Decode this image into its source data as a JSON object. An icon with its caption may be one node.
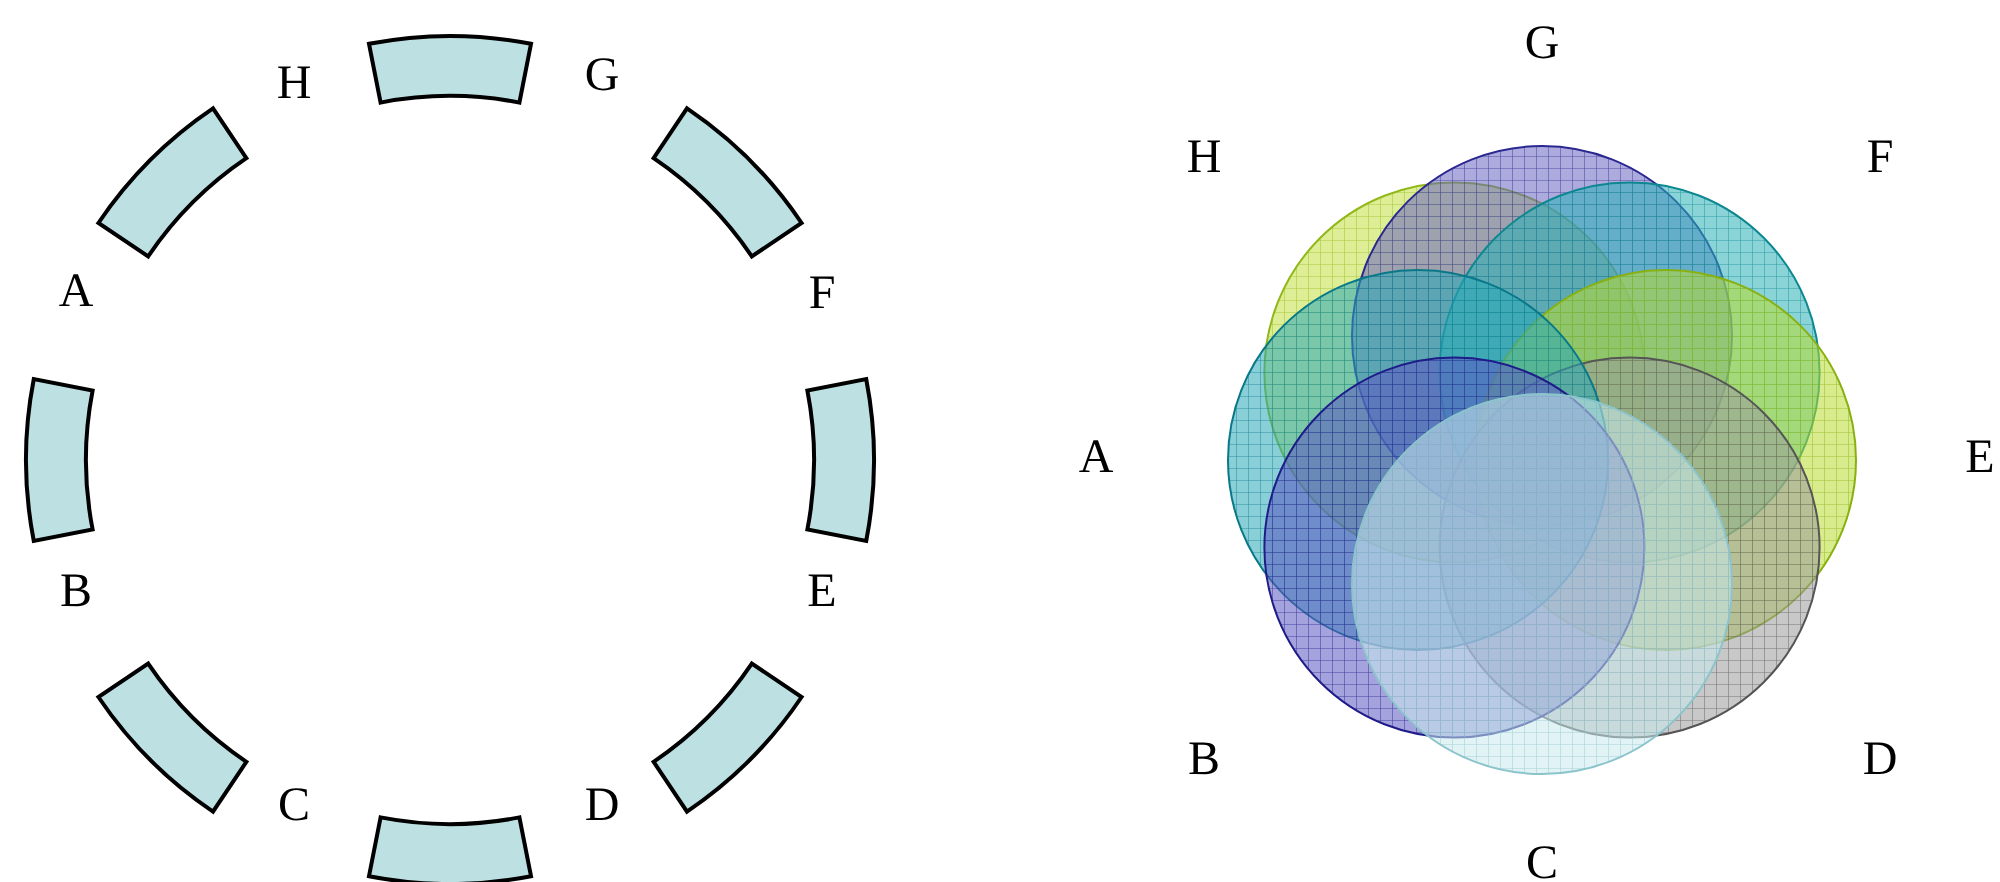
{
  "diagram": {
    "labels": [
      "H",
      "G",
      "A",
      "F",
      "B",
      "E",
      "C",
      "D",
      "G",
      "H",
      "F",
      "A",
      "E",
      "B",
      "D",
      "C"
    ]
  }
}
